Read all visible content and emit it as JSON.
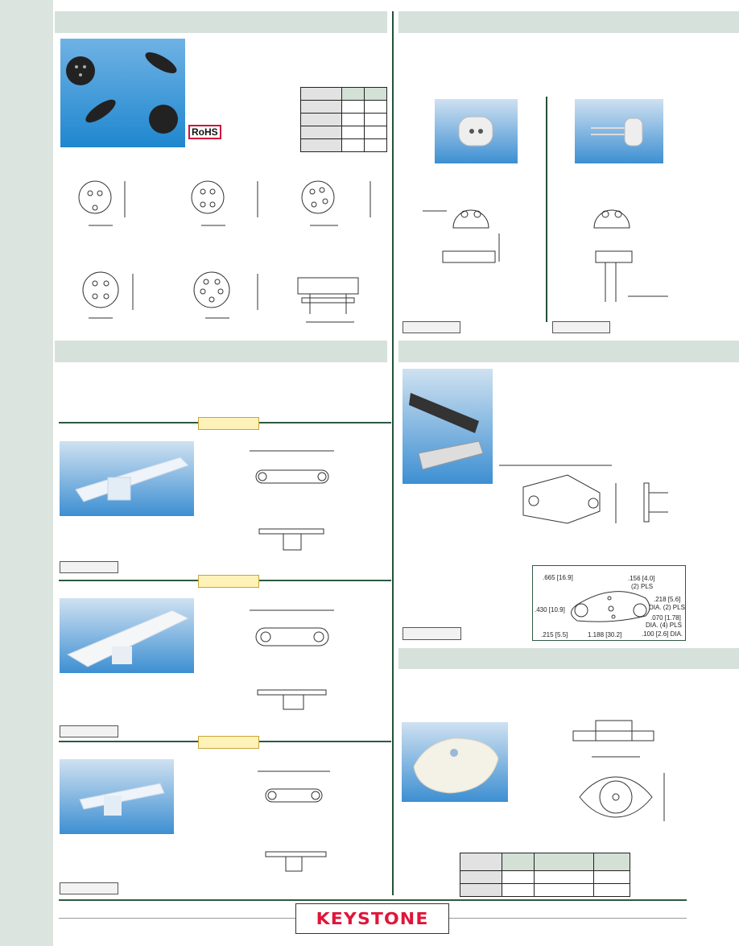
{
  "badges": {
    "rohs": "RoHS"
  },
  "footer": {
    "logo": "KEYSTONE"
  },
  "dimension_callouts": {
    "width_top": ".665 [16.9]",
    "hole_spacing": ".156 [4.0]",
    "hole_spacing_note": "(2) PLS",
    "height": ".430 [10.9]",
    "mount_hole": ".218 [5.6]",
    "mount_hole_note": "DIA. (2) PLS",
    "pin_hole": ".070 [1.78]",
    "pin_hole_note": "DIA. (4) PLS",
    "center_hole": ".100 [2.6] DIA.",
    "offset": ".215 [5.5]",
    "center_spacing": "1.188 [30.2]"
  },
  "colors": {
    "band": "#d6e1db",
    "divider": "#24503a",
    "accent": "#e0153a"
  }
}
